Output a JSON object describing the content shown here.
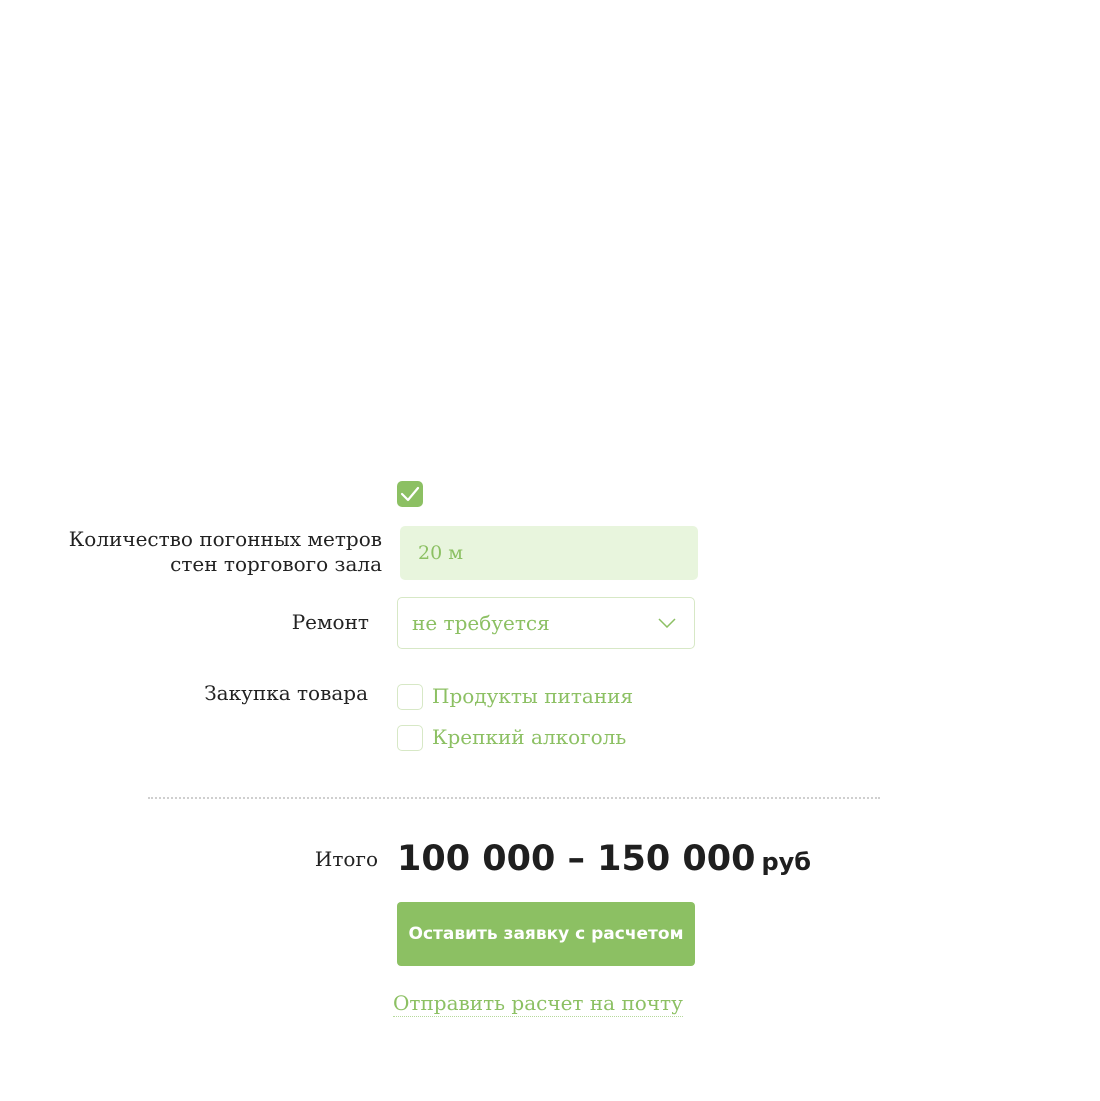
{
  "colors": {
    "accent": "#8cc063",
    "accent_light_bg": "#e8f5dd",
    "border_light": "#d7e8c6",
    "text_dark": "#222222"
  },
  "top_checkbox": {
    "checked": true,
    "icon": "checkmark-icon"
  },
  "meters": {
    "label_line1": "Количество погонных метров",
    "label_line2": "стен торгового зала",
    "value": "20 м"
  },
  "repair": {
    "label": "Ремонт",
    "selected": "не требуется",
    "icon": "chevron-down-icon"
  },
  "purchase": {
    "label": "Закупка товара",
    "options": [
      {
        "label": "Продукты питания",
        "checked": false
      },
      {
        "label": "Крепкий алкоголь",
        "checked": false
      }
    ]
  },
  "total": {
    "label": "Итого",
    "range": "100 000 – 150 000",
    "currency": "руб"
  },
  "actions": {
    "submit_label": "Оставить заявку с расчетом",
    "email_link": "Отправить расчет на почту"
  }
}
